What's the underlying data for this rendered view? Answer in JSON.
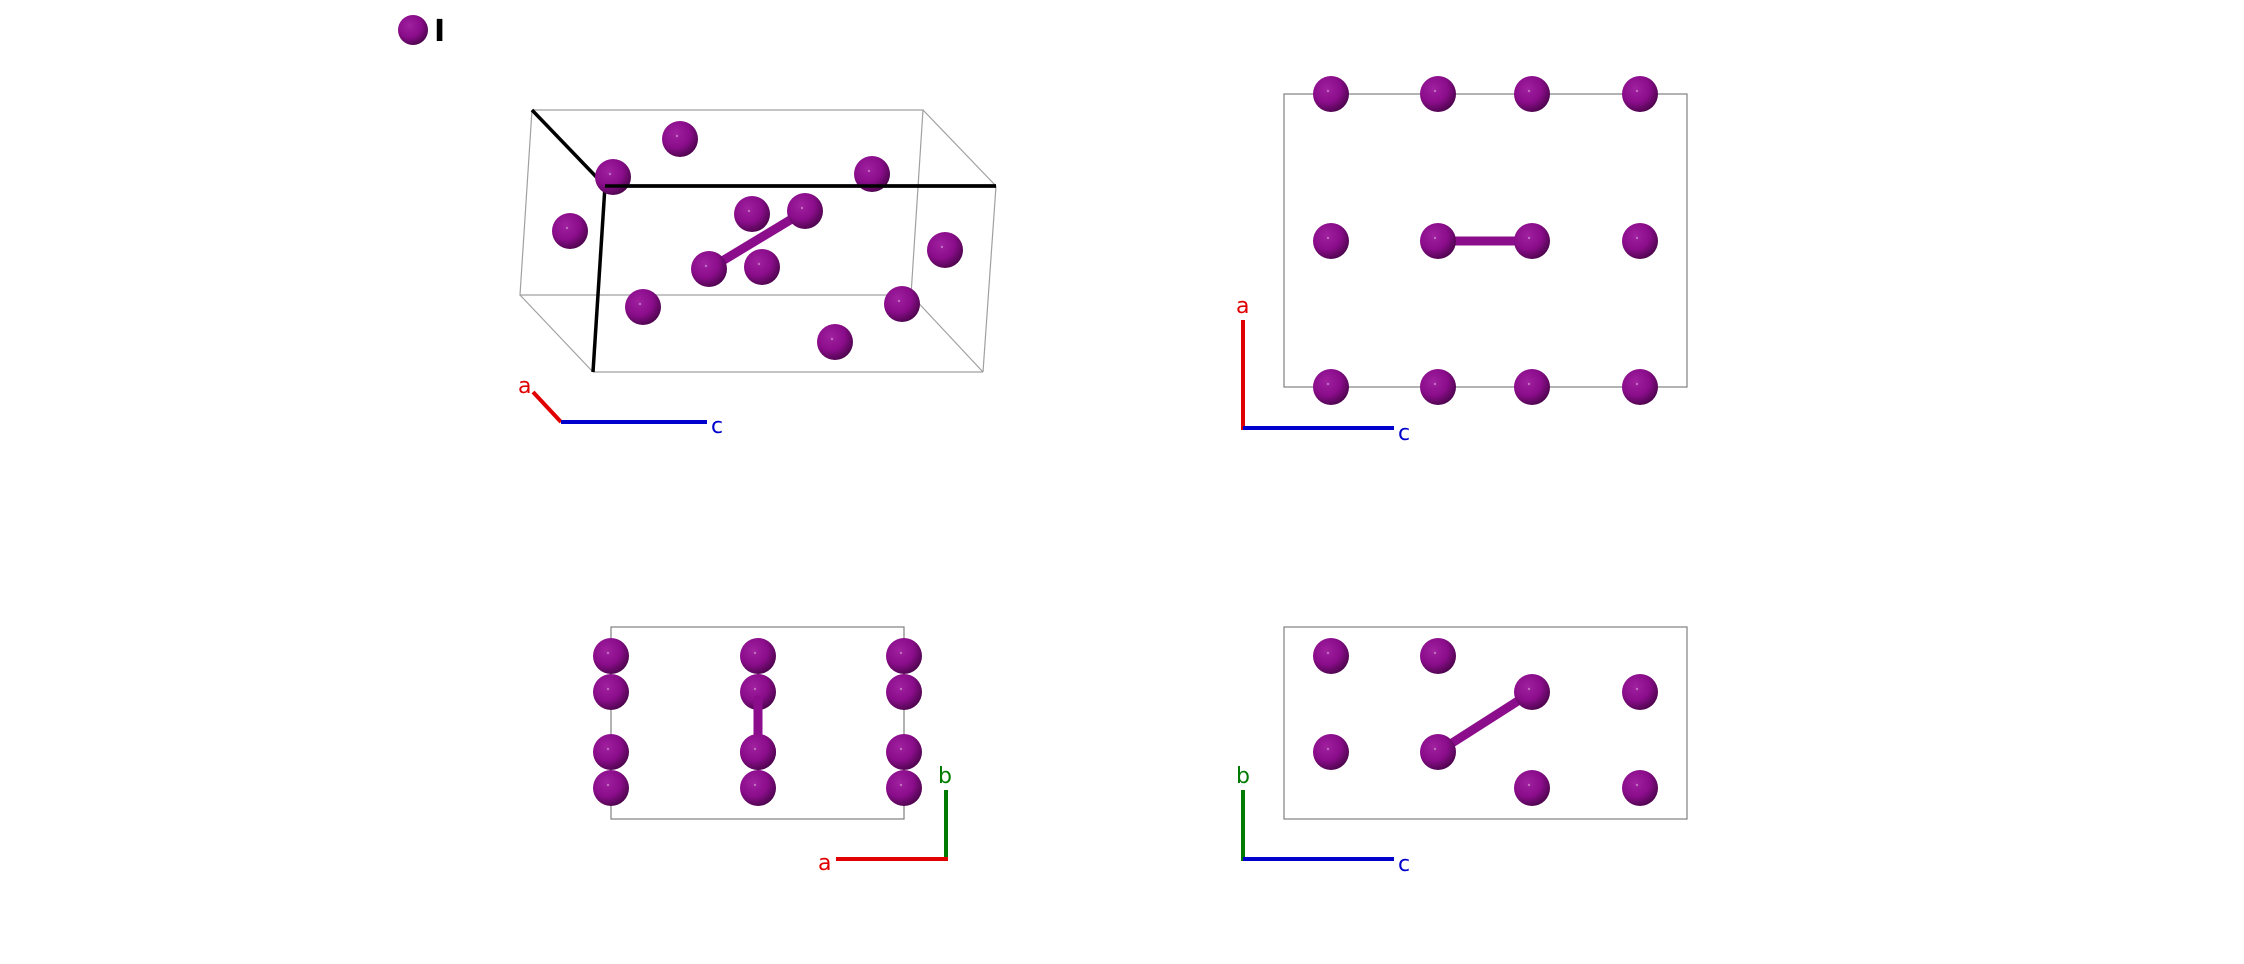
{
  "legend": {
    "element": "I",
    "color": "#8b0d8b"
  },
  "colors": {
    "atom": "#8b0d8b",
    "atom_dark": "#4a044a",
    "axis_a": "#e00000",
    "axis_b": "#007a00",
    "axis_c": "#0000cc",
    "cell": "#808080"
  },
  "panels": [
    {
      "name": "perspective-view",
      "axes": {
        "a": "a",
        "c": "c"
      }
    },
    {
      "name": "view-along-b",
      "axes": {
        "a": "a",
        "c": "c"
      }
    },
    {
      "name": "view-along-c",
      "axes": {
        "a": "a",
        "b": "b"
      }
    },
    {
      "name": "view-along-a",
      "axes": {
        "b": "b",
        "c": "c"
      }
    }
  ]
}
